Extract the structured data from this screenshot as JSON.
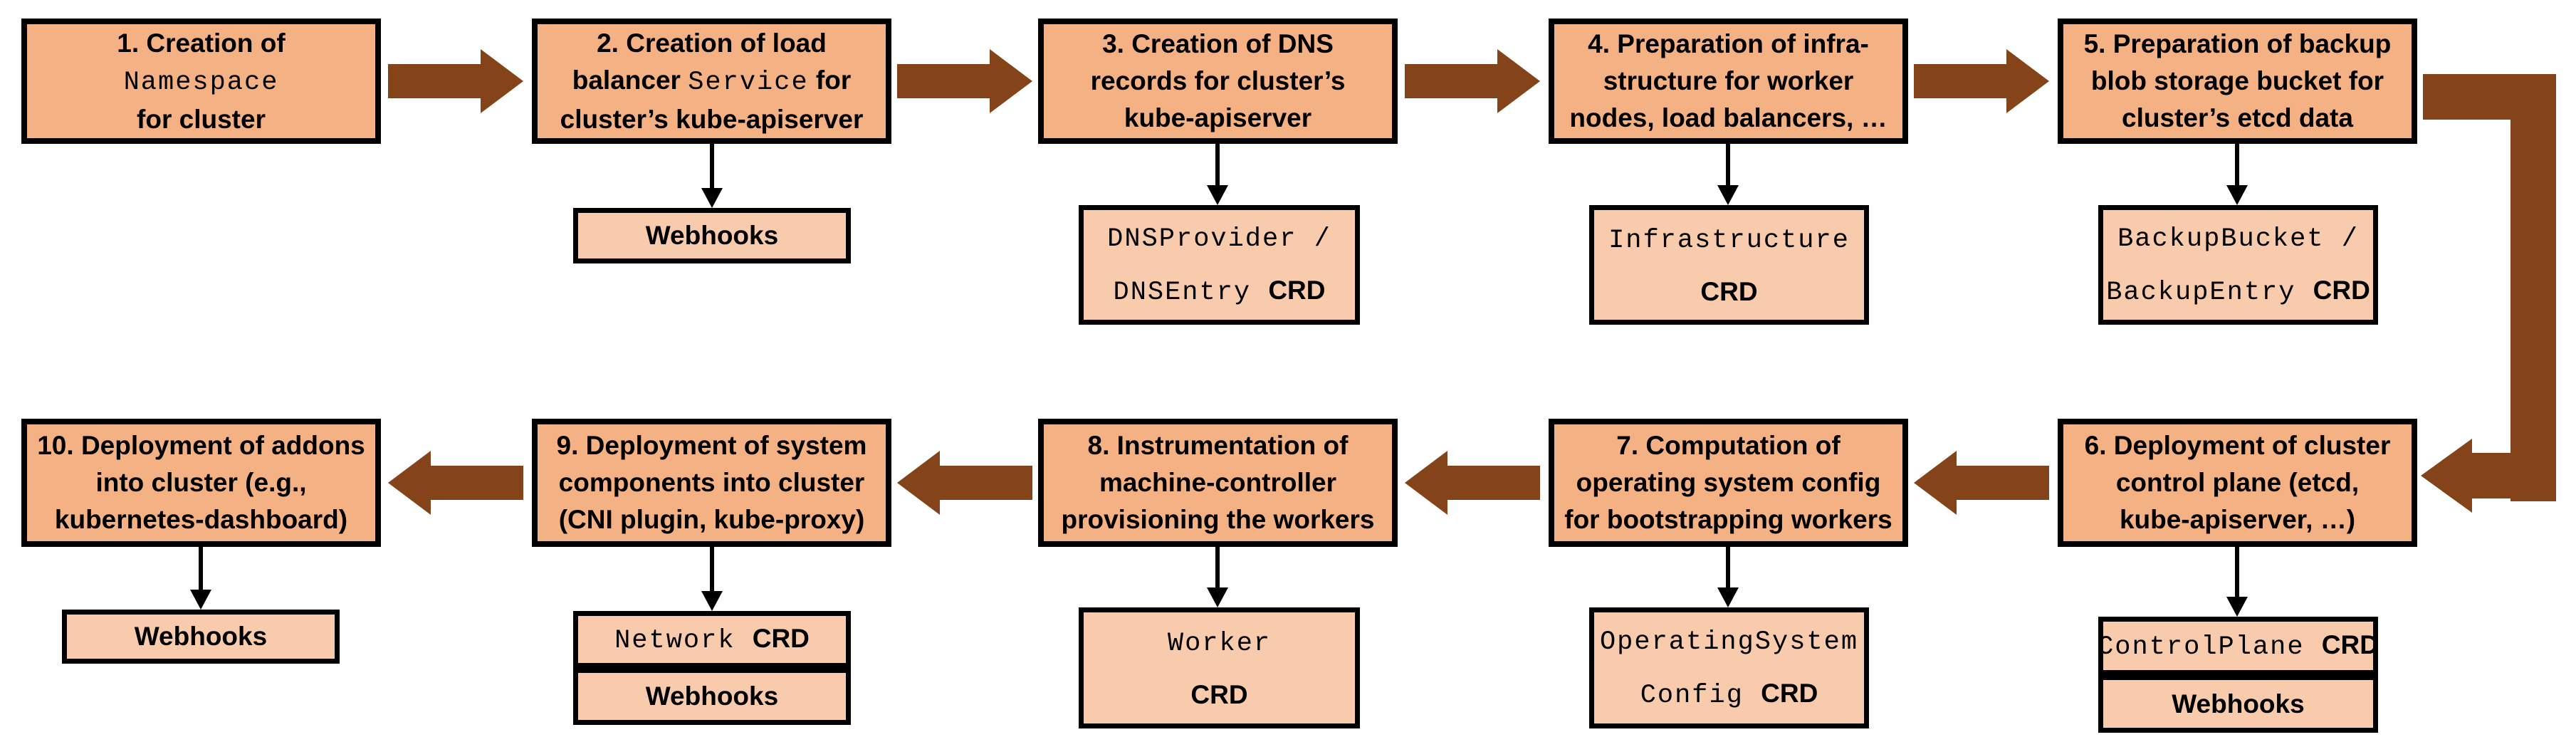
{
  "colors": {
    "step_box_fill": "#F4B183",
    "sub_box_fill": "#F8CBAD",
    "arrow_color": "#85431A",
    "border_color": "#000000"
  },
  "steps": [
    {
      "id": "1",
      "lines": [
        [
          {
            "t": "1. Creation of",
            "s": "b"
          }
        ],
        [
          {
            "t": "Namespace",
            "s": "m"
          }
        ],
        [
          {
            "t": "for cluster",
            "s": "b"
          }
        ]
      ],
      "subs": []
    },
    {
      "id": "2",
      "lines": [
        [
          {
            "t": "2. Creation of load",
            "s": "b"
          }
        ],
        [
          {
            "t": "balancer ",
            "s": "b"
          },
          {
            "t": "Service",
            "s": "m"
          },
          {
            "t": " for",
            "s": "b"
          }
        ],
        [
          {
            "t": "cluster’s kube-apiserver",
            "s": "b"
          }
        ]
      ],
      "subs": [
        {
          "lines": [
            [
              {
                "t": "Webhooks",
                "s": "b"
              }
            ]
          ]
        }
      ]
    },
    {
      "id": "3",
      "lines": [
        [
          {
            "t": "3. Creation of DNS",
            "s": "b"
          }
        ],
        [
          {
            "t": "records for cluster’s",
            "s": "b"
          }
        ],
        [
          {
            "t": "kube-apiserver",
            "s": "b"
          }
        ]
      ],
      "subs": [
        {
          "lines": [
            [
              {
                "t": "DNSProvider /",
                "s": "m"
              }
            ],
            [
              {
                "t": "DNSEntry ",
                "s": "m"
              },
              {
                "t": "CRD",
                "s": "b"
              }
            ]
          ]
        }
      ]
    },
    {
      "id": "4",
      "lines": [
        [
          {
            "t": "4. Preparation of infra-",
            "s": "b"
          }
        ],
        [
          {
            "t": "structure for worker",
            "s": "b"
          }
        ],
        [
          {
            "t": "nodes, load balancers, …",
            "s": "b"
          }
        ]
      ],
      "subs": [
        {
          "lines": [
            [
              {
                "t": "Infrastructure",
                "s": "m"
              }
            ],
            [
              {
                "t": "CRD",
                "s": "b"
              }
            ]
          ]
        }
      ]
    },
    {
      "id": "5",
      "lines": [
        [
          {
            "t": "5. Preparation of backup",
            "s": "b"
          }
        ],
        [
          {
            "t": "blob storage bucket for",
            "s": "b"
          }
        ],
        [
          {
            "t": "cluster’s etcd data",
            "s": "b"
          }
        ]
      ],
      "subs": [
        {
          "lines": [
            [
              {
                "t": "BackupBucket /",
                "s": "m"
              }
            ],
            [
              {
                "t": "BackupEntry ",
                "s": "m"
              },
              {
                "t": "CRD",
                "s": "b"
              }
            ]
          ]
        }
      ]
    },
    {
      "id": "6",
      "lines": [
        [
          {
            "t": "6. Deployment of cluster",
            "s": "b"
          }
        ],
        [
          {
            "t": "control plane (etcd,",
            "s": "b"
          }
        ],
        [
          {
            "t": "kube-apiserver, …)",
            "s": "b"
          }
        ]
      ],
      "subs": [
        {
          "lines": [
            [
              {
                "t": "ControlPlane ",
                "s": "m"
              },
              {
                "t": "CRD",
                "s": "b"
              }
            ]
          ]
        },
        {
          "lines": [
            [
              {
                "t": "Webhooks",
                "s": "b"
              }
            ]
          ]
        }
      ]
    },
    {
      "id": "7",
      "lines": [
        [
          {
            "t": "7. Computation of",
            "s": "b"
          }
        ],
        [
          {
            "t": "operating system config",
            "s": "b"
          }
        ],
        [
          {
            "t": "for bootstrapping workers",
            "s": "b"
          }
        ]
      ],
      "subs": [
        {
          "lines": [
            [
              {
                "t": "OperatingSystem",
                "s": "m"
              }
            ],
            [
              {
                "t": "Config ",
                "s": "m"
              },
              {
                "t": "CRD",
                "s": "b"
              }
            ]
          ]
        }
      ]
    },
    {
      "id": "8",
      "lines": [
        [
          {
            "t": "8. Instrumentation of",
            "s": "b"
          }
        ],
        [
          {
            "t": "machine-controller",
            "s": "b"
          }
        ],
        [
          {
            "t": "provisioning the workers",
            "s": "b"
          }
        ]
      ],
      "subs": [
        {
          "lines": [
            [
              {
                "t": "Worker",
                "s": "m"
              }
            ],
            [
              {
                "t": "CRD",
                "s": "b"
              }
            ]
          ]
        }
      ]
    },
    {
      "id": "9",
      "lines": [
        [
          {
            "t": "9. Deployment of system",
            "s": "b"
          }
        ],
        [
          {
            "t": "components into cluster",
            "s": "b"
          }
        ],
        [
          {
            "t": "(CNI plugin, kube-proxy)",
            "s": "b"
          }
        ]
      ],
      "subs": [
        {
          "lines": [
            [
              {
                "t": "Network ",
                "s": "m"
              },
              {
                "t": "CRD",
                "s": "b"
              }
            ]
          ]
        },
        {
          "lines": [
            [
              {
                "t": "Webhooks",
                "s": "b"
              }
            ]
          ]
        }
      ]
    },
    {
      "id": "10",
      "lines": [
        [
          {
            "t": "10. Deployment of addons",
            "s": "b"
          }
        ],
        [
          {
            "t": "into cluster (e.g.,",
            "s": "b"
          }
        ],
        [
          {
            "t": "kubernetes-dashboard)",
            "s": "b"
          }
        ]
      ],
      "subs": [
        {
          "lines": [
            [
              {
                "t": "Webhooks",
                "s": "b"
              }
            ]
          ]
        }
      ]
    }
  ]
}
